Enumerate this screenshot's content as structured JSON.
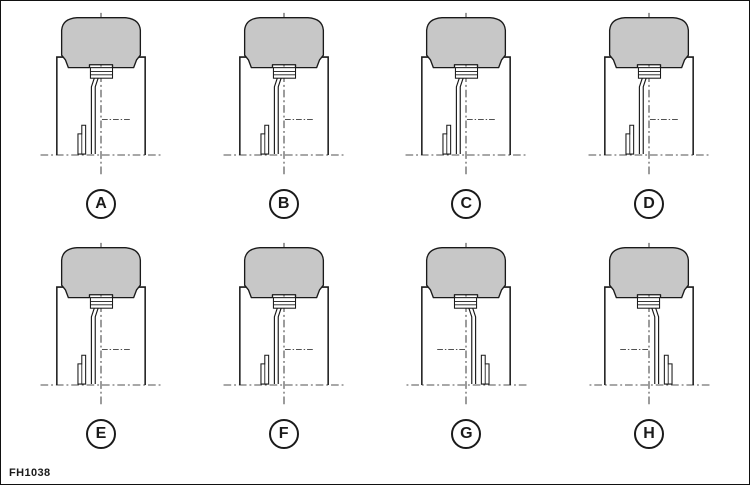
{
  "figure": {
    "code": "FH1038",
    "colors": {
      "background": "#ffffff",
      "tire_fill": "#c7c7c7",
      "line": "#1a1a1a"
    },
    "cells": [
      {
        "label": "A"
      },
      {
        "label": "B"
      },
      {
        "label": "C"
      },
      {
        "label": "D"
      },
      {
        "label": "E"
      },
      {
        "label": "F"
      },
      {
        "label": "G"
      },
      {
        "label": "H"
      }
    ]
  }
}
